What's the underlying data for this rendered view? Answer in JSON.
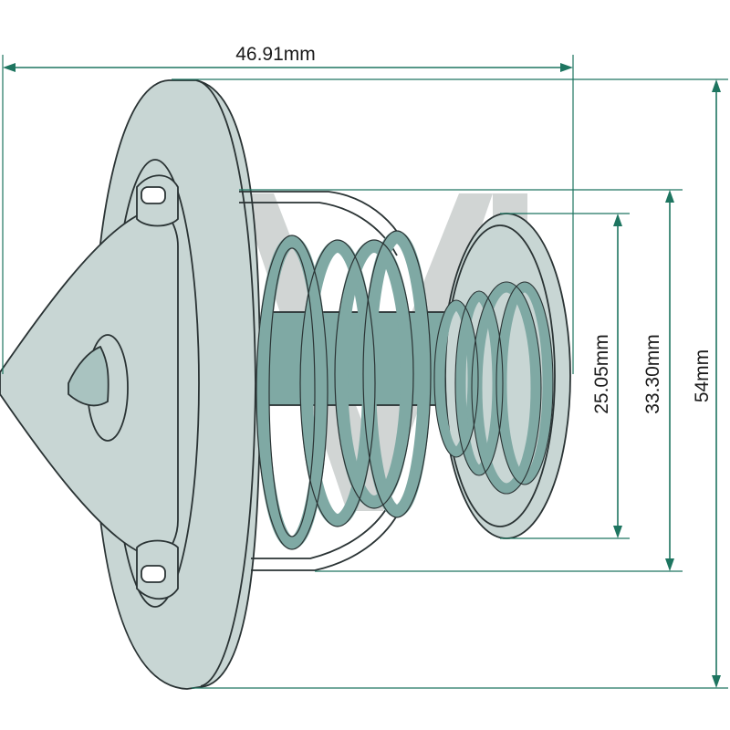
{
  "dimensions": {
    "overall_length": "46.91mm",
    "flange_diameter": "54mm",
    "spring_cage_diameter": "33.30mm",
    "valve_disc_diameter": "25.05mm"
  },
  "colors": {
    "dimension_line": "#1e7560",
    "part_fill": "#c8d6d4",
    "spring": "#7fa9a4",
    "outline": "#2a3334",
    "watermark": "#9aa3a2"
  }
}
